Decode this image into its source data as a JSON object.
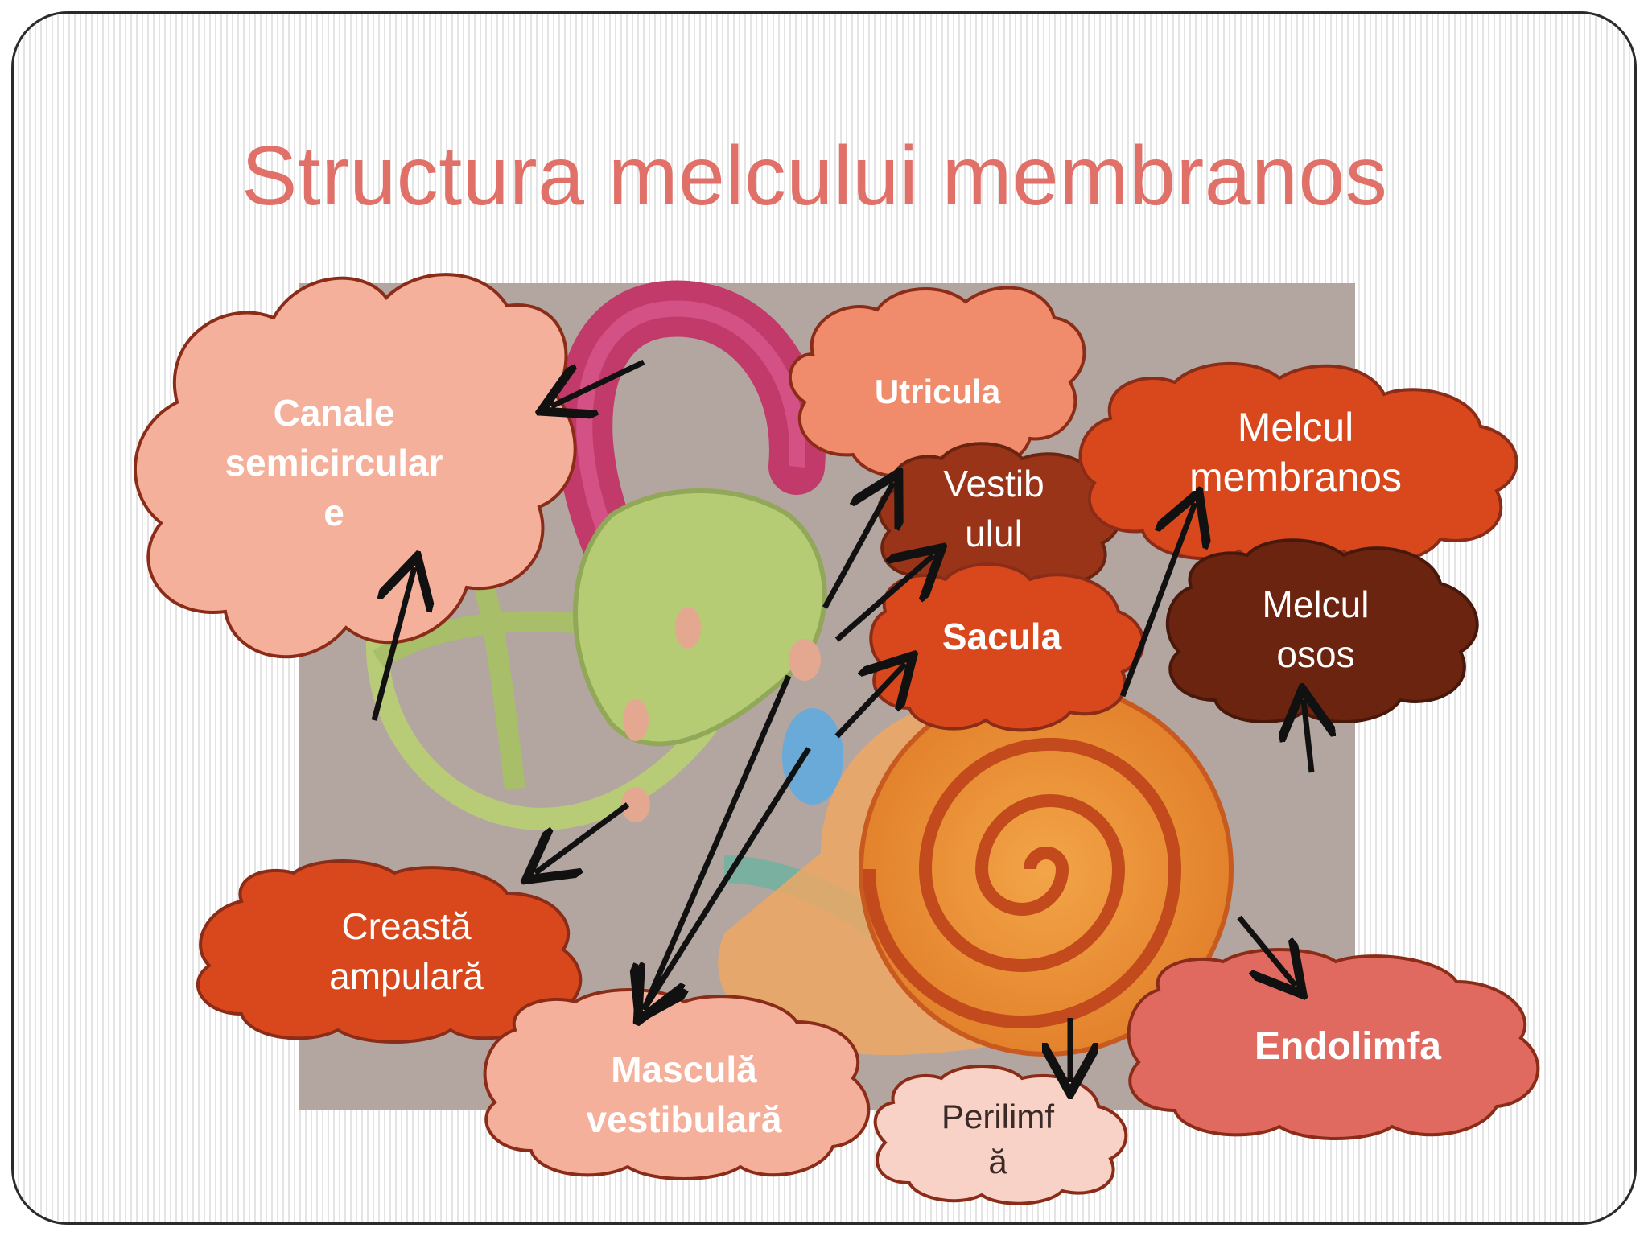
{
  "title": "Structura melcului membranos",
  "labels": {
    "canale": "Canale\nsemicircular\ne",
    "utricula": "Utricula",
    "vestibulul": "Vestib\nulul",
    "melcul_membranos": "Melcul\nmembranos",
    "sacula": "Sacula",
    "melcul_osos": "Melcul\nosos",
    "creasta": "Creastă\nampulară",
    "mascula": "Masculă\nvestibulară",
    "perilimfa": "Perilimf\nă",
    "endolimfa": "Endolimfa"
  },
  "colors": {
    "title": "#e07068",
    "cloud_light": "#f4b09a",
    "cloud_salmon": "#f08c6c",
    "cloud_orange": "#d9481c",
    "cloud_dark": "#9a3418",
    "cloud_darkest": "#6a2410",
    "cloud_pale": "#f8d2c6",
    "cloud_coral": "#e06a60",
    "outline": "#8a2c18"
  }
}
